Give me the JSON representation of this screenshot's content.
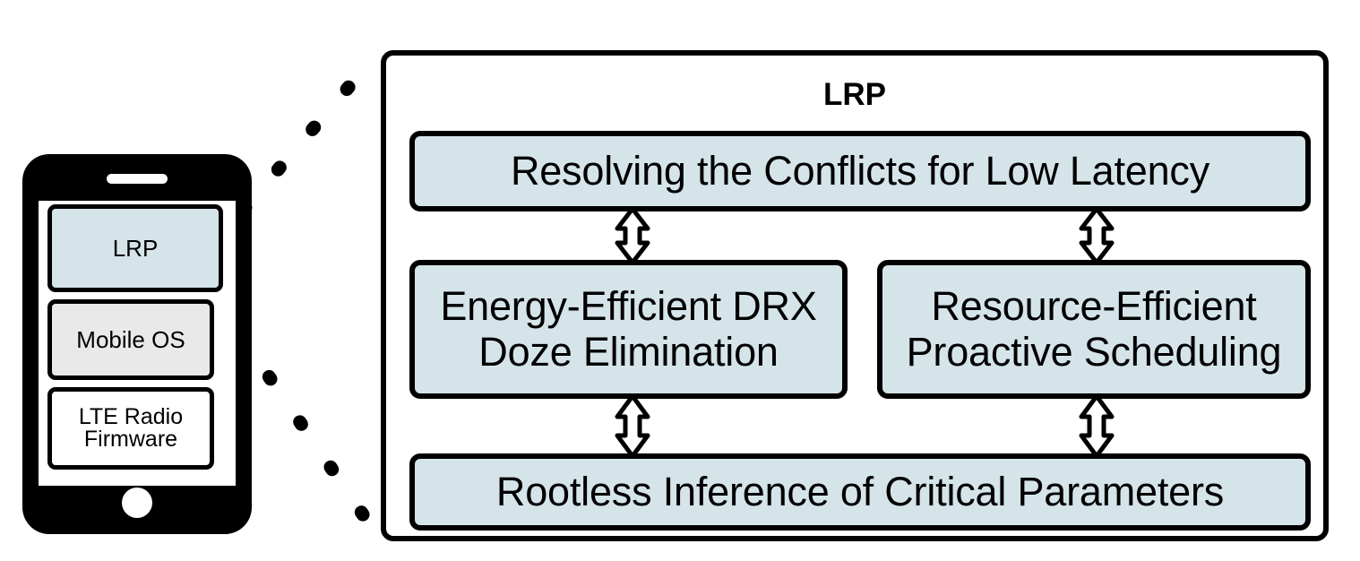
{
  "figure": {
    "type": "architecture-diagram",
    "background": "#ffffff"
  },
  "colors": {
    "accent_fill": "#d5e4e9",
    "gray_fill": "#e9e9e9",
    "white_fill": "#ffffff",
    "outline": "#000000"
  },
  "phone": {
    "name": "smartphone-illustration",
    "stack": [
      {
        "label": "LRP",
        "fill": "#d5e4e9",
        "name": "phone-layer-lrp"
      },
      {
        "label": "Mobile OS",
        "fill": "#e9e9e9",
        "name": "phone-layer-mobile-os"
      },
      {
        "label_line1": "LTE Radio",
        "label_line2": "Firmware",
        "fill": "#ffffff",
        "name": "phone-layer-lte-radio-firmware"
      }
    ],
    "speaker": "speaker-slot",
    "home_button": "home-button"
  },
  "panel": {
    "title": "LRP",
    "boxes": {
      "top": "Resolving the Conflicts for Low Latency",
      "mid_left_line1": "Energy-Efficient DRX",
      "mid_left_line2": "Doze Elimination",
      "mid_right_line1": "Resource-Efficient",
      "mid_right_line2": "Proactive Scheduling",
      "bottom": "Rootless Inference of Critical Parameters"
    }
  },
  "connectors": {
    "arrows": [
      {
        "name": "arrow-top-to-midleft",
        "direction": "bidirectional-vertical"
      },
      {
        "name": "arrow-top-to-midright",
        "direction": "bidirectional-vertical"
      },
      {
        "name": "arrow-midleft-to-bottom",
        "direction": "bidirectional-vertical"
      },
      {
        "name": "arrow-midright-to-bottom",
        "direction": "bidirectional-vertical"
      }
    ],
    "callout_lines": [
      {
        "name": "callout-dashed-upper",
        "style": "dashed"
      },
      {
        "name": "callout-dashed-lower",
        "style": "dashed"
      }
    ]
  }
}
